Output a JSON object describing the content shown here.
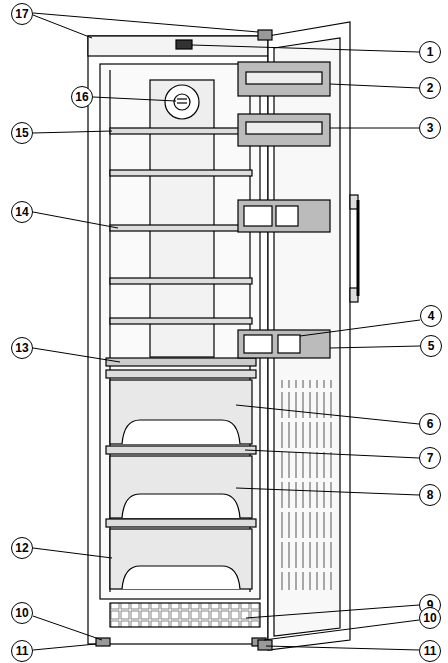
{
  "diagram": {
    "labels": [
      "17",
      "1",
      "2",
      "16",
      "3",
      "15",
      "14",
      "4",
      "5",
      "13",
      "6",
      "7",
      "8",
      "12",
      "9",
      "10",
      "10",
      "11",
      "11"
    ]
  }
}
